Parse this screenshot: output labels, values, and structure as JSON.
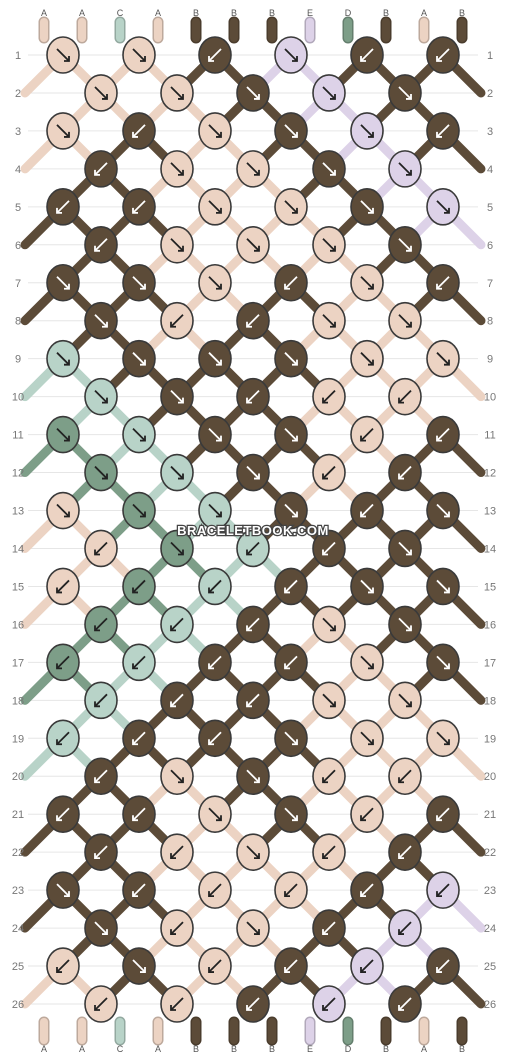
{
  "watermark": "BRACELETBOOK.COM",
  "colors": {
    "A": "#ecd3c3",
    "B": "#5c4b38",
    "C": "#b8d3c8",
    "D": "#7d9e88",
    "E": "#ddd2e8"
  },
  "strands_top": [
    "A",
    "A",
    "C",
    "A",
    "B",
    "B",
    "B",
    "E",
    "D",
    "B",
    "A",
    "B"
  ],
  "strands_bottom": [
    "A",
    "A",
    "C",
    "A",
    "B",
    "B",
    "B",
    "E",
    "D",
    "B",
    "A",
    "B"
  ],
  "row_labels": [
    "1",
    "2",
    "3",
    "4",
    "5",
    "6",
    "7",
    "8",
    "9",
    "10",
    "11",
    "12",
    "13",
    "14",
    "15",
    "16",
    "17",
    "18",
    "19",
    "20",
    "21",
    "22",
    "23",
    "24",
    "25",
    "26"
  ],
  "rows": [
    {
      "knots": [
        {
          "c": "A",
          "d": "r"
        },
        {
          "c": "A",
          "d": "r"
        },
        {
          "c": "B",
          "d": "l"
        },
        {
          "c": "E",
          "d": "r"
        },
        {
          "c": "B",
          "d": "l"
        },
        {
          "c": "B",
          "d": "l"
        }
      ]
    },
    {
      "knots": [
        {
          "c": "A",
          "d": "r"
        },
        {
          "c": "A",
          "d": "r"
        },
        {
          "c": "B",
          "d": "r"
        },
        {
          "c": "E",
          "d": "r"
        },
        {
          "c": "B",
          "d": "r"
        }
      ]
    },
    {
      "knots": [
        {
          "c": "A",
          "d": "r"
        },
        {
          "c": "B",
          "d": "l"
        },
        {
          "c": "A",
          "d": "r"
        },
        {
          "c": "B",
          "d": "r"
        },
        {
          "c": "E",
          "d": "r"
        },
        {
          "c": "B",
          "d": "l"
        }
      ]
    },
    {
      "knots": [
        {
          "c": "B",
          "d": "l"
        },
        {
          "c": "A",
          "d": "r"
        },
        {
          "c": "A",
          "d": "r"
        },
        {
          "c": "B",
          "d": "r"
        },
        {
          "c": "E",
          "d": "r"
        }
      ]
    },
    {
      "knots": [
        {
          "c": "B",
          "d": "l"
        },
        {
          "c": "B",
          "d": "l"
        },
        {
          "c": "A",
          "d": "r"
        },
        {
          "c": "A",
          "d": "r"
        },
        {
          "c": "B",
          "d": "r"
        },
        {
          "c": "E",
          "d": "r"
        }
      ]
    },
    {
      "knots": [
        {
          "c": "B",
          "d": "l"
        },
        {
          "c": "A",
          "d": "r"
        },
        {
          "c": "A",
          "d": "r"
        },
        {
          "c": "A",
          "d": "r"
        },
        {
          "c": "B",
          "d": "r"
        }
      ]
    },
    {
      "knots": [
        {
          "c": "B",
          "d": "r"
        },
        {
          "c": "B",
          "d": "r"
        },
        {
          "c": "A",
          "d": "r"
        },
        {
          "c": "B",
          "d": "l"
        },
        {
          "c": "A",
          "d": "r"
        },
        {
          "c": "B",
          "d": "l"
        }
      ]
    },
    {
      "knots": [
        {
          "c": "B",
          "d": "r"
        },
        {
          "c": "A",
          "d": "l"
        },
        {
          "c": "B",
          "d": "l"
        },
        {
          "c": "A",
          "d": "r"
        },
        {
          "c": "A",
          "d": "r"
        }
      ]
    },
    {
      "knots": [
        {
          "c": "C",
          "d": "r"
        },
        {
          "c": "B",
          "d": "r"
        },
        {
          "c": "B",
          "d": "r"
        },
        {
          "c": "B",
          "d": "lr"
        },
        {
          "c": "A",
          "d": "lr"
        },
        {
          "c": "A",
          "d": "lr"
        }
      ]
    },
    {
      "knots": [
        {
          "c": "C",
          "d": "r"
        },
        {
          "c": "B",
          "d": "r"
        },
        {
          "c": "B",
          "d": "l"
        },
        {
          "c": "A",
          "d": "l"
        },
        {
          "c": "A",
          "d": "l"
        }
      ]
    },
    {
      "knots": [
        {
          "c": "D",
          "d": "r"
        },
        {
          "c": "C",
          "d": "r"
        },
        {
          "c": "B",
          "d": "r"
        },
        {
          "c": "B",
          "d": "r"
        },
        {
          "c": "A",
          "d": "l"
        },
        {
          "c": "B",
          "d": "l"
        }
      ]
    },
    {
      "knots": [
        {
          "c": "D",
          "d": "r"
        },
        {
          "c": "C",
          "d": "r"
        },
        {
          "c": "B",
          "d": "r"
        },
        {
          "c": "A",
          "d": "l"
        },
        {
          "c": "B",
          "d": "l"
        }
      ]
    },
    {
      "knots": [
        {
          "c": "A",
          "d": "r"
        },
        {
          "c": "D",
          "d": "r"
        },
        {
          "c": "C",
          "d": "r"
        },
        {
          "c": "B",
          "d": "r"
        },
        {
          "c": "B",
          "d": "l"
        },
        {
          "c": "B",
          "d": "lr"
        }
      ]
    },
    {
      "knots": [
        {
          "c": "A",
          "d": "l"
        },
        {
          "c": "D",
          "d": "lr"
        },
        {
          "c": "C",
          "d": "l"
        },
        {
          "c": "B",
          "d": "l"
        },
        {
          "c": "B",
          "d": "r"
        }
      ]
    },
    {
      "knots": [
        {
          "c": "A",
          "d": "l"
        },
        {
          "c": "D",
          "d": "l"
        },
        {
          "c": "C",
          "d": "l"
        },
        {
          "c": "B",
          "d": "l"
        },
        {
          "c": "B",
          "d": "r"
        },
        {
          "c": "B",
          "d": "lr"
        }
      ]
    },
    {
      "knots": [
        {
          "c": "D",
          "d": "l"
        },
        {
          "c": "C",
          "d": "l"
        },
        {
          "c": "B",
          "d": "l"
        },
        {
          "c": "A",
          "d": "r"
        },
        {
          "c": "B",
          "d": "r"
        }
      ]
    },
    {
      "knots": [
        {
          "c": "D",
          "d": "l"
        },
        {
          "c": "C",
          "d": "l"
        },
        {
          "c": "B",
          "d": "l"
        },
        {
          "c": "B",
          "d": "l"
        },
        {
          "c": "A",
          "d": "r"
        },
        {
          "c": "B",
          "d": "r"
        }
      ]
    },
    {
      "knots": [
        {
          "c": "C",
          "d": "l"
        },
        {
          "c": "B",
          "d": "l"
        },
        {
          "c": "B",
          "d": "l"
        },
        {
          "c": "A",
          "d": "r"
        },
        {
          "c": "A",
          "d": "r"
        }
      ]
    },
    {
      "knots": [
        {
          "c": "C",
          "d": "l"
        },
        {
          "c": "B",
          "d": "l"
        },
        {
          "c": "B",
          "d": "l"
        },
        {
          "c": "B",
          "d": "lr"
        },
        {
          "c": "A",
          "d": "lr"
        },
        {
          "c": "A",
          "d": "lr"
        }
      ]
    },
    {
      "knots": [
        {
          "c": "B",
          "d": "l"
        },
        {
          "c": "A",
          "d": "r"
        },
        {
          "c": "B",
          "d": "r"
        },
        {
          "c": "A",
          "d": "l"
        },
        {
          "c": "A",
          "d": "l"
        }
      ]
    },
    {
      "knots": [
        {
          "c": "B",
          "d": "l"
        },
        {
          "c": "B",
          "d": "l"
        },
        {
          "c": "A",
          "d": "r"
        },
        {
          "c": "B",
          "d": "r"
        },
        {
          "c": "A",
          "d": "l"
        },
        {
          "c": "B",
          "d": "l"
        }
      ]
    },
    {
      "knots": [
        {
          "c": "B",
          "d": "l"
        },
        {
          "c": "A",
          "d": "l"
        },
        {
          "c": "A",
          "d": "r"
        },
        {
          "c": "A",
          "d": "l"
        },
        {
          "c": "B",
          "d": "l"
        }
      ]
    },
    {
      "knots": [
        {
          "c": "B",
          "d": "r"
        },
        {
          "c": "B",
          "d": "l"
        },
        {
          "c": "A",
          "d": "l"
        },
        {
          "c": "A",
          "d": "l"
        },
        {
          "c": "B",
          "d": "l"
        },
        {
          "c": "E",
          "d": "l"
        }
      ]
    },
    {
      "knots": [
        {
          "c": "B",
          "d": "r"
        },
        {
          "c": "A",
          "d": "l"
        },
        {
          "c": "A",
          "d": "r"
        },
        {
          "c": "B",
          "d": "l"
        },
        {
          "c": "E",
          "d": "l"
        }
      ]
    },
    {
      "knots": [
        {
          "c": "A",
          "d": "l"
        },
        {
          "c": "B",
          "d": "r"
        },
        {
          "c": "A",
          "d": "l"
        },
        {
          "c": "B",
          "d": "l"
        },
        {
          "c": "E",
          "d": "l"
        },
        {
          "c": "B",
          "d": "l"
        }
      ]
    },
    {
      "knots": [
        {
          "c": "A",
          "d": "l"
        },
        {
          "c": "A",
          "d": "l"
        },
        {
          "c": "B",
          "d": "l"
        },
        {
          "c": "E",
          "d": "l"
        },
        {
          "c": "B",
          "d": "l"
        }
      ]
    }
  ]
}
